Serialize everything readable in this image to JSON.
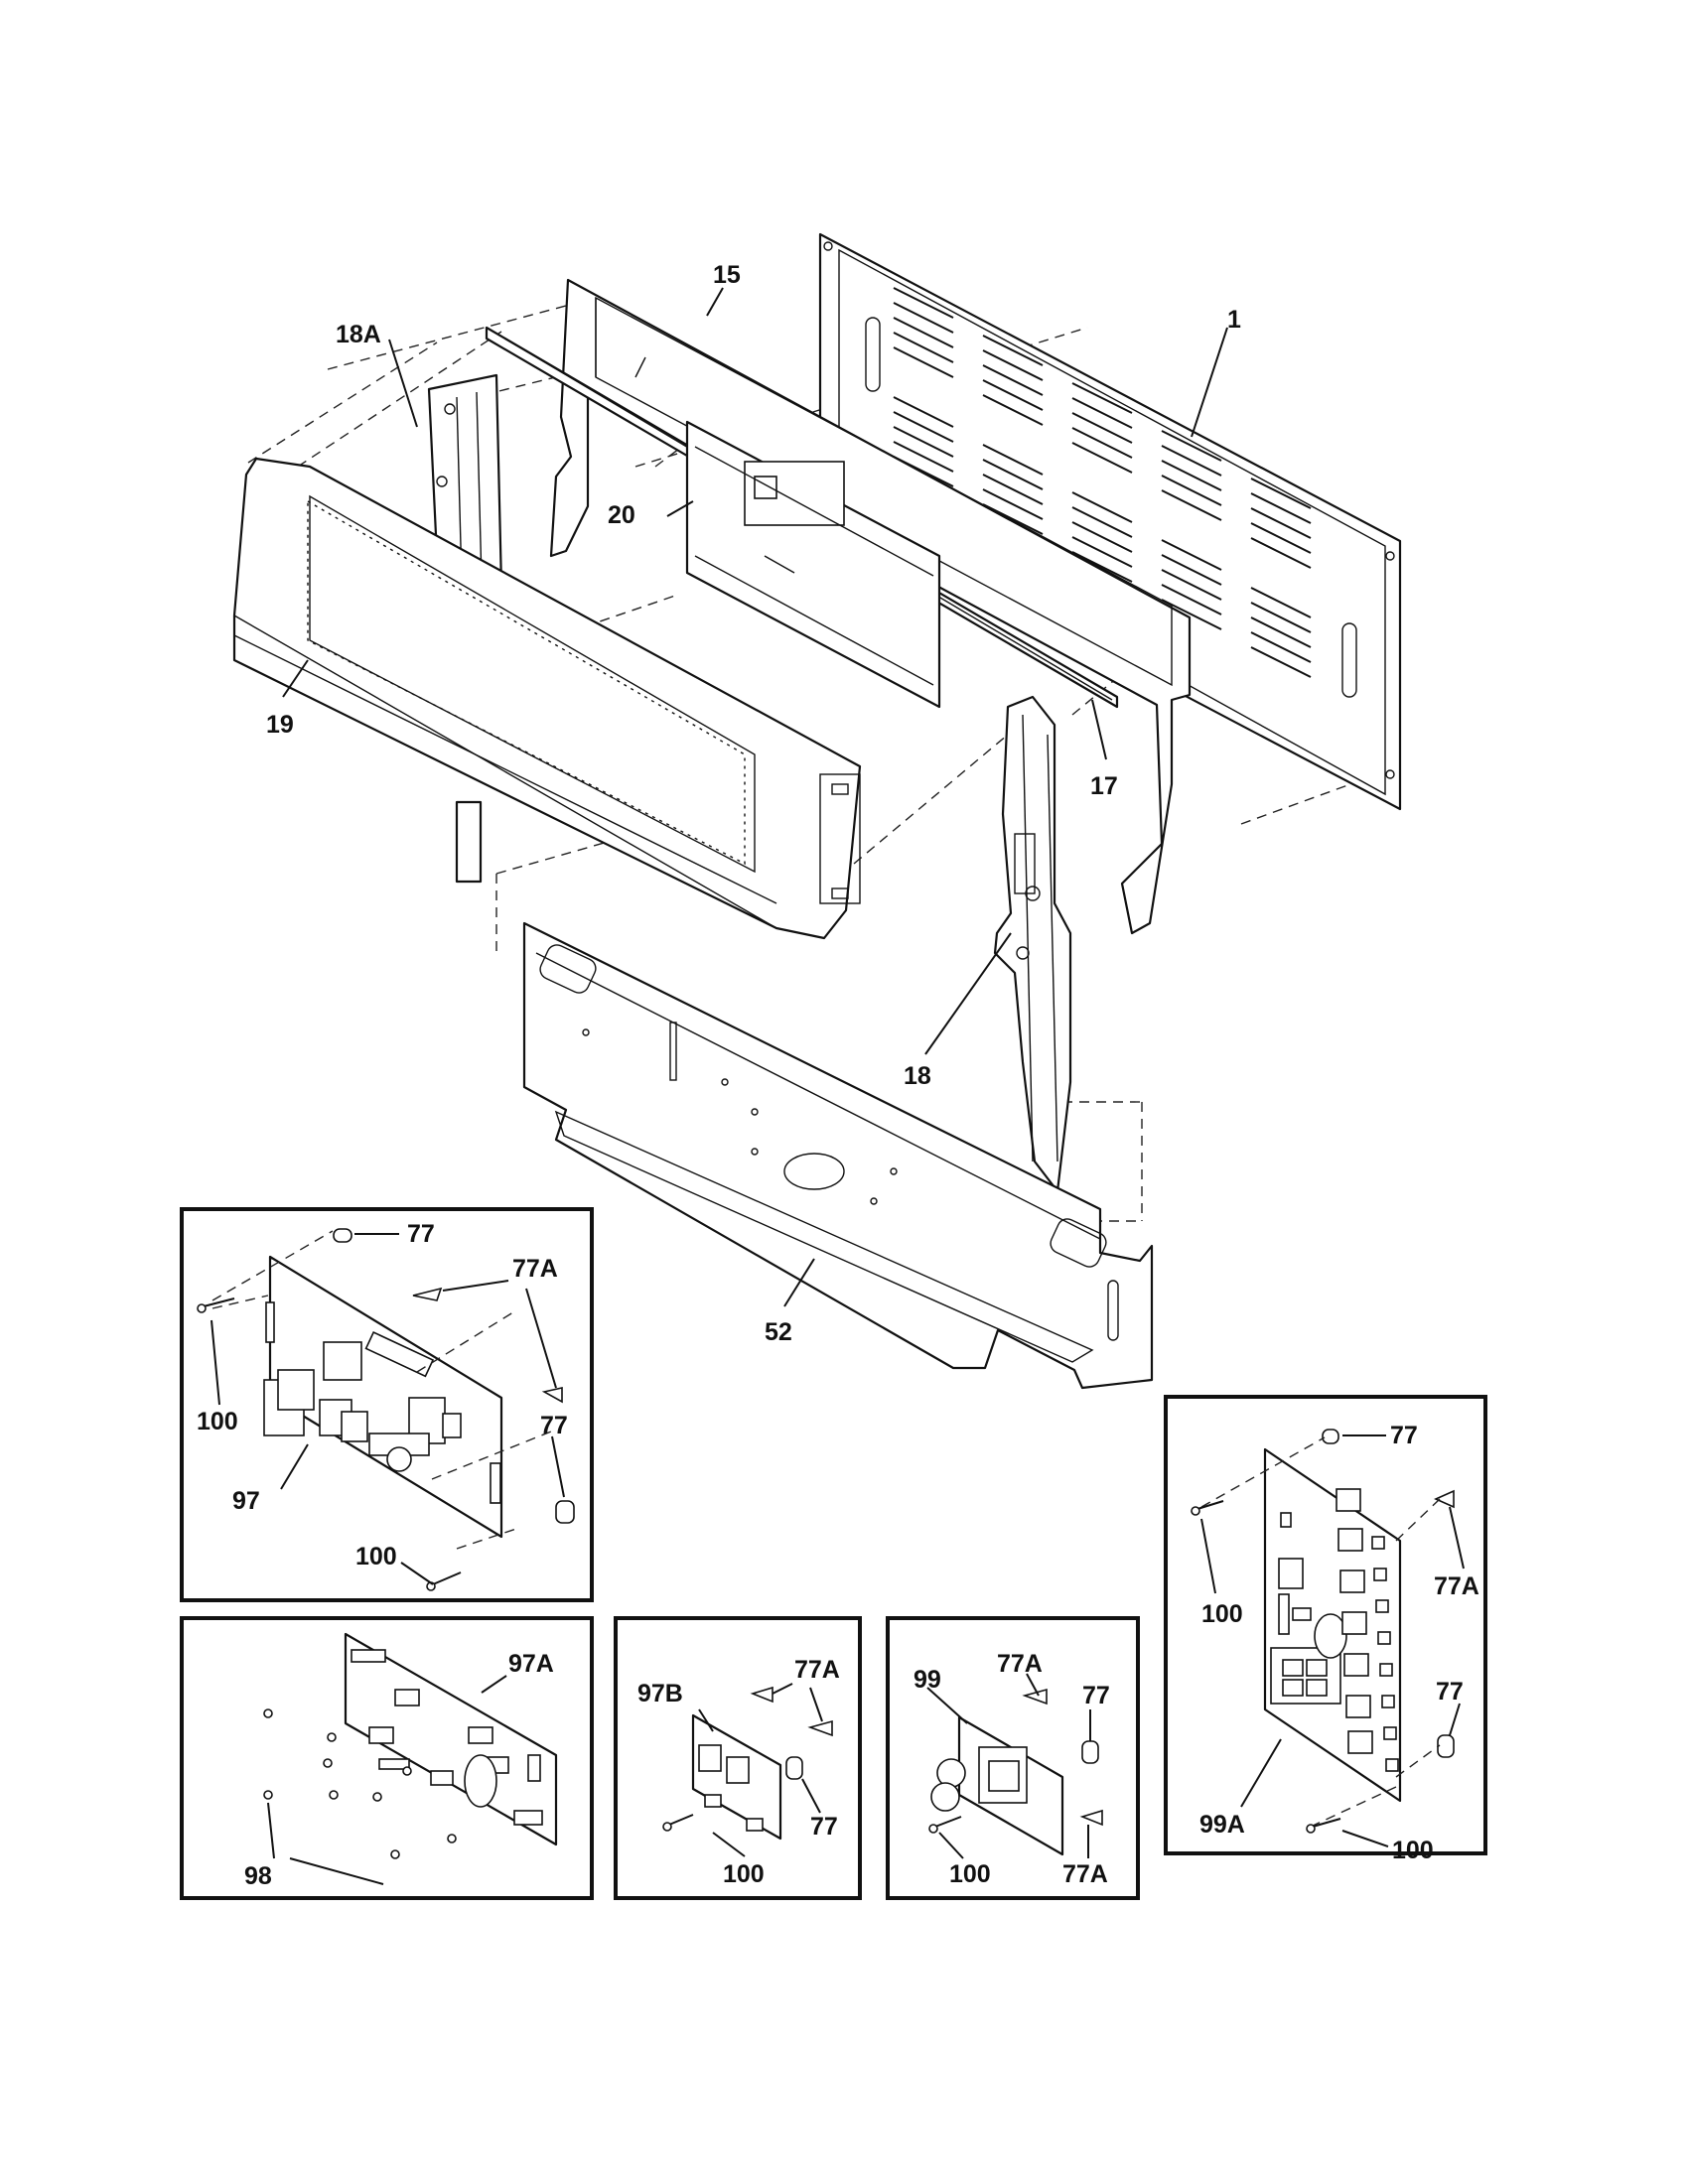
{
  "labels": {
    "main": {
      "l1": "1",
      "l15": "15",
      "l18a": "18A",
      "l20": "20",
      "l19": "19",
      "l17": "17",
      "l18": "18",
      "l52": "52"
    },
    "inset_97": {
      "l77_top": "77",
      "l77a": "77A",
      "l100_left": "100",
      "l77_right": "77",
      "l97": "97",
      "l100_bottom": "100"
    },
    "inset_97a": {
      "l97a": "97A",
      "l98": "98"
    },
    "inset_97b": {
      "l97b": "97B",
      "l77a": "77A",
      "l77": "77",
      "l100": "100"
    },
    "inset_99": {
      "l99": "99",
      "l77a_top": "77A",
      "l77": "77",
      "l100": "100",
      "l77a_bottom": "77A"
    },
    "inset_99a": {
      "l77_top": "77",
      "l100_left": "100",
      "l77a": "77A",
      "l77_right": "77",
      "l99a": "99A",
      "l100_bottom": "100"
    }
  }
}
